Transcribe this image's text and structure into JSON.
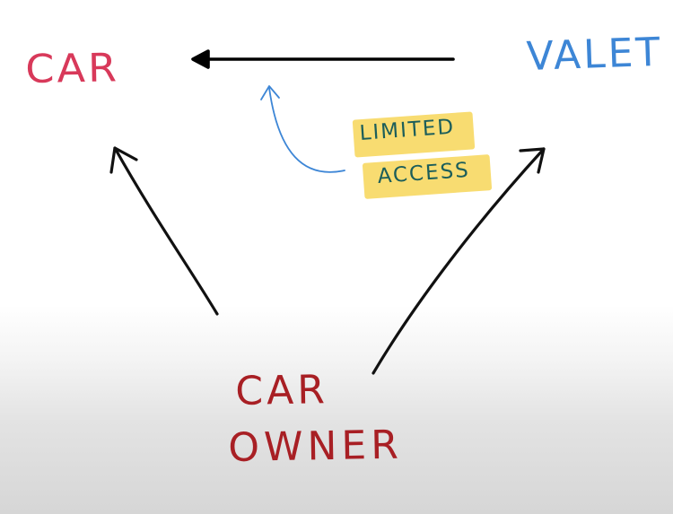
{
  "nodes": {
    "car": {
      "label": "CAR",
      "color": "#d8395a"
    },
    "valet": {
      "label": "VALET",
      "color": "#3d86d6"
    },
    "owner": {
      "line1": "CAR",
      "line2": "OWNER",
      "color": "#a81f24"
    }
  },
  "annotation": {
    "line1": "LIMITED",
    "line2": "ACCESS",
    "text_color": "#1c5e5a",
    "highlight_color": "#f7d658"
  },
  "edges": [
    {
      "from": "owner",
      "to": "car",
      "color": "#111111"
    },
    {
      "from": "owner",
      "to": "valet",
      "color": "#111111"
    },
    {
      "from": "valet",
      "to": "car",
      "color": "#000000"
    },
    {
      "from": "annotation",
      "to": "valet-to-car-edge",
      "color": "#3d86d6"
    }
  ]
}
